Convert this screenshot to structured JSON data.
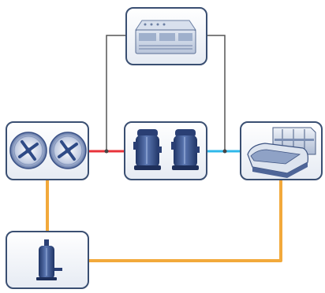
{
  "diagram": {
    "components": [
      {
        "id": "controller",
        "icon": "controller-icon"
      },
      {
        "id": "condenser",
        "icon": "condenser-fans-icon"
      },
      {
        "id": "compressor-rack",
        "icon": "compressor-rack-icon"
      },
      {
        "id": "display-cases",
        "icon": "refrigerated-display-case-icon"
      },
      {
        "id": "receiver",
        "icon": "receiver-tank-icon"
      }
    ],
    "connections": [
      {
        "from": "controller",
        "to": "compressor-rack",
        "kind": "control-wire",
        "color": "#555555"
      },
      {
        "from": "controller",
        "to": "display-cases",
        "kind": "control-wire",
        "color": "#555555"
      },
      {
        "from": "condenser",
        "to": "compressor-rack",
        "kind": "discharge-line",
        "color": "#e8333a"
      },
      {
        "from": "compressor-rack",
        "to": "display-cases",
        "kind": "suction-line",
        "color": "#2fb8ea"
      },
      {
        "from": "condenser",
        "to": "receiver",
        "kind": "liquid-line",
        "color": "#f2a93b"
      },
      {
        "from": "receiver",
        "to": "display-cases",
        "kind": "liquid-line",
        "color": "#f2a93b"
      }
    ],
    "colors": {
      "box_border": "#3a4f72",
      "box_fill": "#f3f5f9",
      "icon_blue": "#2e4a86",
      "icon_light": "#c9d3e6"
    }
  }
}
